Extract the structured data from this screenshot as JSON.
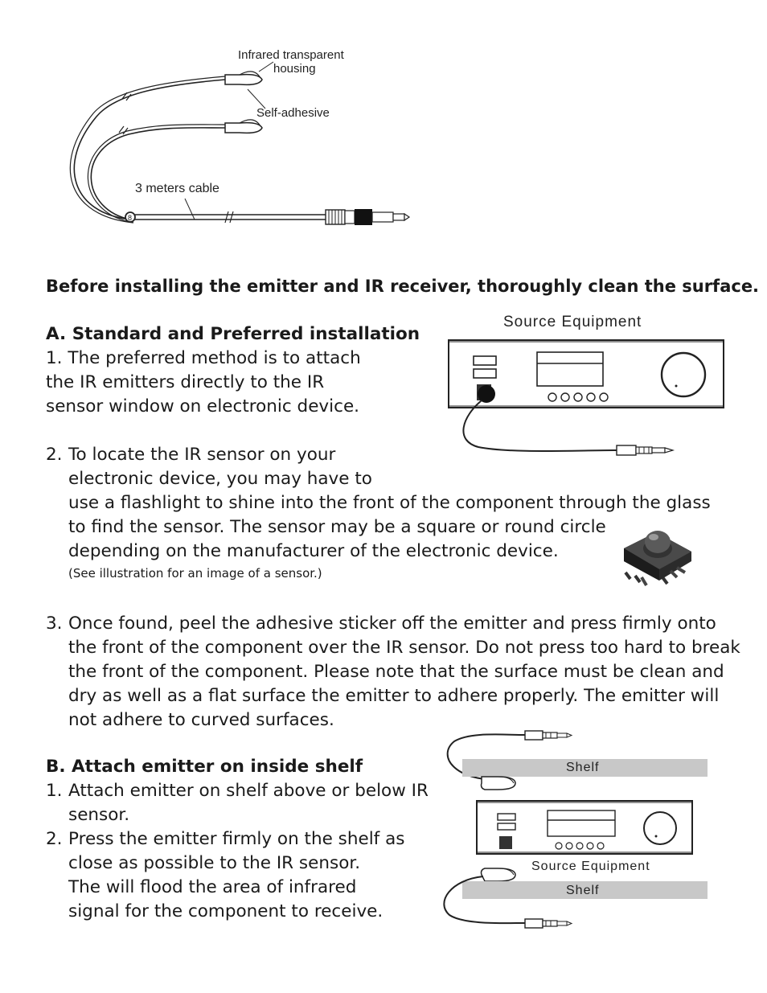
{
  "cable_diagram": {
    "label_housing_line1": "Infrared transparent",
    "label_housing_line2": "housing",
    "label_adhesive": "Self-adhesive",
    "label_cable": "3 meters cable"
  },
  "intro": "Before installing the emitter and IR receiver, thoroughly clean the surface.",
  "section_a": {
    "heading": "A. Standard and Preferred installation",
    "step1_lines": [
      "1. The preferred method is to attach",
      "the IR emitters directly to the IR",
      "sensor window on electronic device."
    ],
    "step2_num": "2.",
    "step2_lines": [
      "To locate the IR sensor on your",
      "electronic device, you may have to",
      "use a flashlight to shine into the front of the component through the glass",
      "to find the sensor.  The sensor may be a square or round circle",
      "depending on the manufacturer of the electronic device."
    ],
    "step2_note": "(See illustration for an image of a sensor.)",
    "step3_num": "3.",
    "step3_lines": [
      "Once found, peel the adhesive sticker off the emitter and press firmly onto",
      "the front of the component over the IR sensor.  Do not press too hard to break",
      "the front of the component. Please note that the surface must be clean and",
      "dry as well as a flat surface the emitter to adhere properly. The emitter will",
      "not adhere to curved surfaces."
    ],
    "diagram_label": "Source  Equipment"
  },
  "section_b": {
    "heading": "B. Attach emitter on inside shelf",
    "step1_num": "1.",
    "step1_lines": [
      "Attach emitter on shelf above or below IR",
      "sensor."
    ],
    "step2_num": "2.",
    "step2_lines": [
      "Press the emitter firmly on the shelf as",
      "close as possible to the IR sensor.",
      "The will flood the area of infrared",
      "signal for the component to receive."
    ],
    "shelf_label_top": "Shelf",
    "shelf_label_bottom": "Shelf",
    "equipment_label": "Source  Equipment"
  }
}
